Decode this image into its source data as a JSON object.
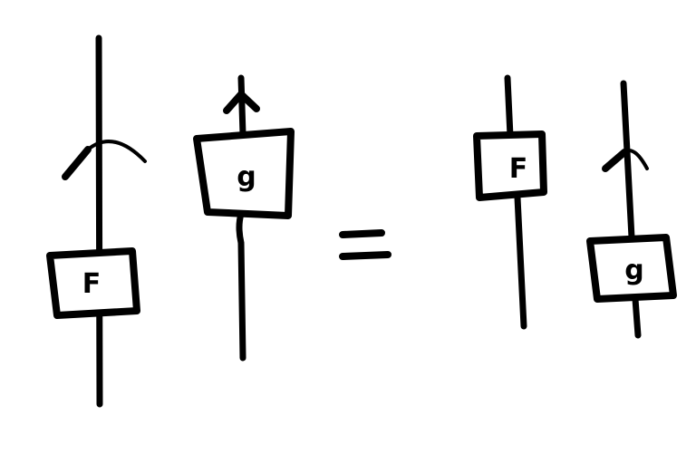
{
  "left_side": {
    "diagram_1": {
      "box_label": "F"
    },
    "diagram_2": {
      "box_label": "g"
    }
  },
  "relation": "=",
  "right_side": {
    "diagram_3": {
      "box_label": "F"
    },
    "diagram_4": {
      "box_label": "g"
    }
  }
}
